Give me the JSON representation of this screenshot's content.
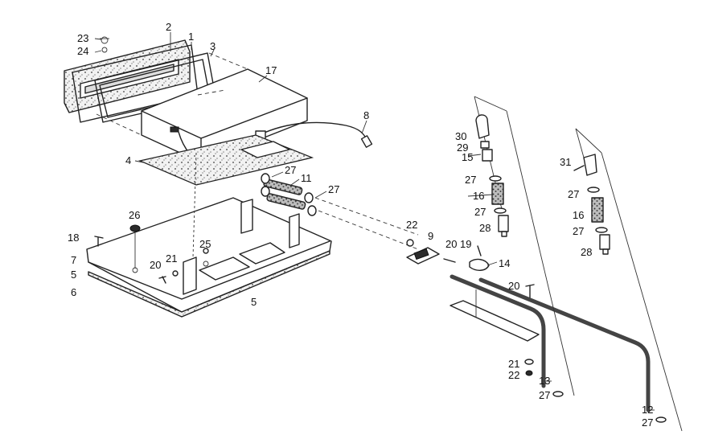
{
  "part_labels": {
    "p23": "23",
    "p24": "24",
    "p2": "2",
    "p1": "1",
    "p3": "3",
    "p17": "17",
    "p8": "8",
    "p4": "4",
    "p27a": "27",
    "p11": "11",
    "p27b": "27",
    "p26": "26",
    "p18": "18",
    "p7": "7",
    "p5a": "5",
    "p6": "6",
    "p25": "25",
    "p21a": "21",
    "p20a": "20",
    "p5b": "5",
    "p22a": "22",
    "p9": "9",
    "p20b": "20",
    "p19": "19",
    "p14": "14",
    "p30": "30",
    "p29": "29",
    "p15": "15",
    "p27c": "27",
    "p16a": "16",
    "p27d": "27",
    "p28a": "28",
    "p31": "31",
    "p27e": "27",
    "p16b": "16",
    "p27f": "27",
    "p28b": "28",
    "p20c": "20",
    "p21b": "21",
    "p22b": "22",
    "p13": "13",
    "p27g": "27",
    "p12": "12",
    "p27h": "27"
  }
}
